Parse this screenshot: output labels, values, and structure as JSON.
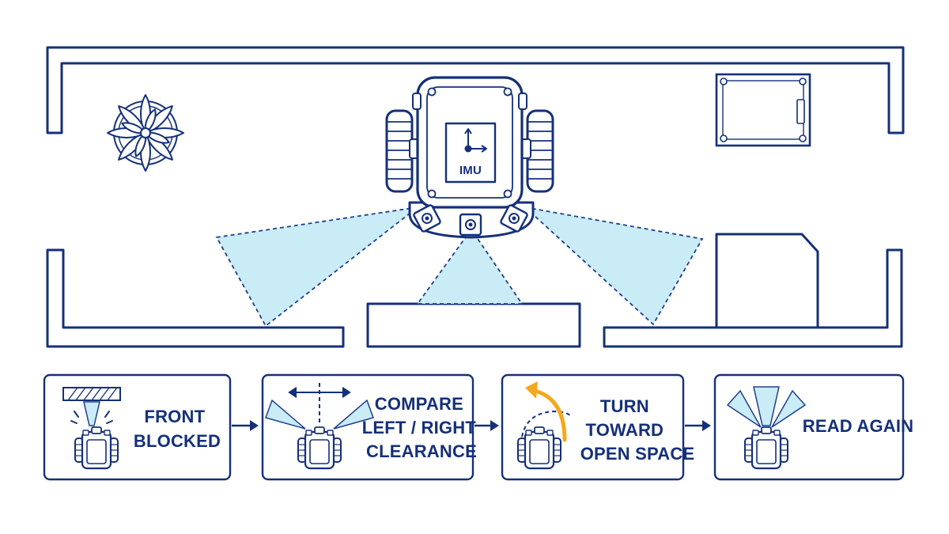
{
  "robot": {
    "imu_label": "IMU"
  },
  "steps": [
    {
      "lines": [
        "FRONT",
        "BLOCKED"
      ]
    },
    {
      "lines": [
        "COMPARE",
        "LEFT / RIGHT",
        "CLEARANCE"
      ]
    },
    {
      "lines": [
        "TURN",
        "TOWARD",
        "OPEN SPACE"
      ]
    },
    {
      "lines": [
        "READ AGAIN"
      ]
    }
  ],
  "colors": {
    "line": "#15307a",
    "beam_fill": "#c9ecf6",
    "beam_edge": "#1f3f8f",
    "turn_arrow": "#f4a81d",
    "background": "#ffffff"
  }
}
